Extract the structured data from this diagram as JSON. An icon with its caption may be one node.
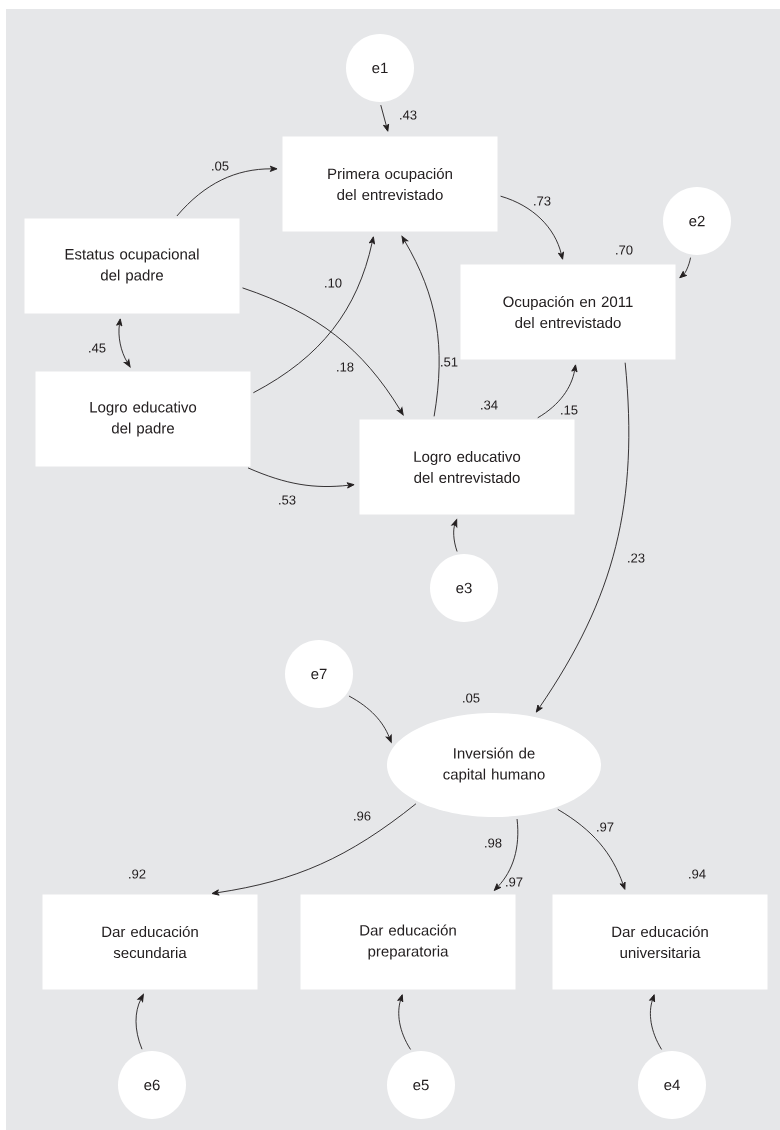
{
  "diagram": {
    "nodes": [
      {
        "text": [
          "e1"
        ]
      },
      {
        "text": [
          "Primera ocupación del entrevistado"
        ]
      },
      {
        "text": [
          "e2"
        ]
      },
      {
        "text": [
          "Estatus ocupacional del padre"
        ]
      },
      {
        "text": [
          "Ocupación en 2011 del entrevistado"
        ],
        "beside": [
          ".70"
        ]
      },
      {
        "text": [
          "Logro educativo del padre"
        ]
      },
      {
        "text": [
          "Logro educativo del entrevistado"
        ],
        "beside": [
          ".34"
        ]
      },
      {
        "text": [
          "e3"
        ]
      },
      {
        "text": [
          "e7"
        ]
      },
      {
        "text": [
          "Inversión de capital humano"
        ],
        "beside": [
          ".05"
        ]
      },
      {
        "text": [
          "Dar educación secundaria"
        ],
        "beside": [
          ".92"
        ]
      },
      {
        "text": [
          "Dar educación preparatoria"
        ],
        "beside": [
          ".97"
        ]
      },
      {
        "text": [
          "Dar educación universitaria"
        ],
        "beside": [
          ".94"
        ]
      },
      {
        "text": [
          "e6"
        ]
      },
      {
        "text": [
          "e5"
        ]
      },
      {
        "text": [
          "e4"
        ]
      }
    ],
    "edges": [
      {
        "from": 0,
        "to": 1,
        "arrow": "to",
        "label": ".43"
      },
      {
        "from": 3,
        "to": 1,
        "arrow": "to",
        "label": ".05"
      },
      {
        "from": 1,
        "to": 4,
        "arrow": "to",
        "label": ".73"
      },
      {
        "from": 2,
        "to": 4,
        "arrow": "to"
      },
      {
        "from": 3,
        "to": 6,
        "arrow": "to",
        "label": ".18"
      },
      {
        "from": 5,
        "to": 1,
        "arrow": "to",
        "label": ".10"
      },
      {
        "from": 3,
        "to": 5,
        "arrow": "both",
        "label": ".45"
      },
      {
        "from": 6,
        "to": 1,
        "arrow": "to",
        "label": ".51"
      },
      {
        "from": 6,
        "to": 4,
        "arrow": "to",
        "label": ".15"
      },
      {
        "from": 5,
        "to": 6,
        "arrow": "to",
        "label": ".53"
      },
      {
        "from": 7,
        "to": 6,
        "arrow": "to"
      },
      {
        "from": 4,
        "to": 9,
        "arrow": "to",
        "label": ".23"
      },
      {
        "from": 8,
        "to": 9,
        "arrow": "to"
      },
      {
        "from": 9,
        "to": 10,
        "arrow": "to",
        "label": ".96"
      },
      {
        "from": 9,
        "to": 11,
        "arrow": "to",
        "label": ".98"
      },
      {
        "from": 9,
        "to": 12,
        "arrow": "to",
        "label": ".97"
      },
      {
        "from": 13,
        "to": 10,
        "arrow": "to"
      },
      {
        "from": 14,
        "to": 11,
        "arrow": "to"
      },
      {
        "from": 15,
        "to": 12,
        "arrow": "to"
      }
    ]
  }
}
